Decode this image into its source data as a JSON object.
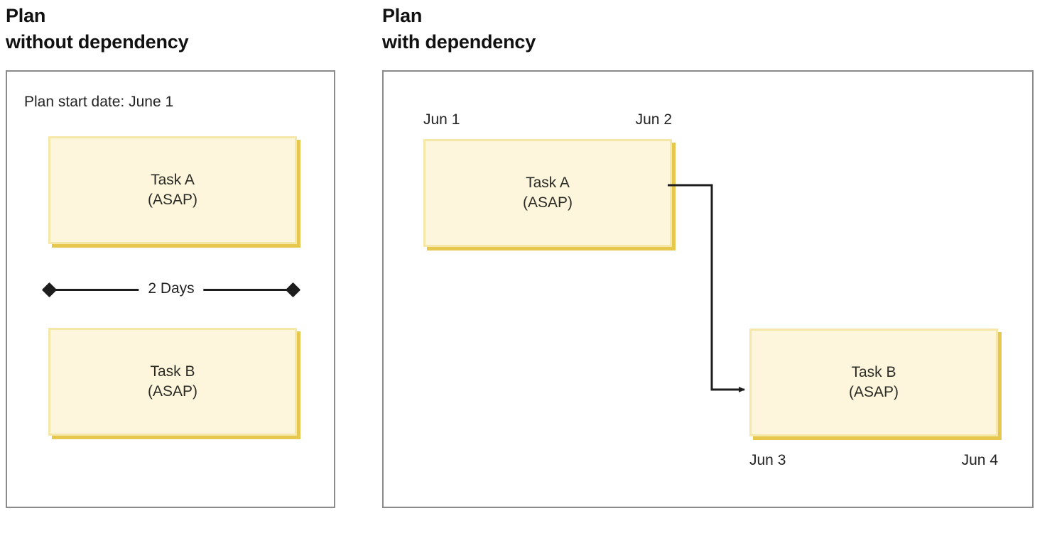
{
  "panels": [
    {
      "heading_line1": "Plan",
      "heading_line2": "without dependency",
      "note": "Plan start date: June 1",
      "tasks": [
        {
          "name": "Task A",
          "constraint": "(ASAP)"
        },
        {
          "name": "Task B",
          "constraint": "(ASAP)"
        }
      ],
      "measure": {
        "label": "2 Days"
      }
    },
    {
      "heading_line1": "Plan",
      "heading_line2": "with dependency",
      "tasks": [
        {
          "name": "Task A",
          "constraint": "(ASAP)",
          "start_label": "Jun 1",
          "end_label": "Jun 2"
        },
        {
          "name": "Task B",
          "constraint": "(ASAP)",
          "start_label": "Jun 3",
          "end_label": "Jun 4"
        }
      ],
      "connector": {
        "type": "finish-to-start-arrow"
      }
    }
  ],
  "colors": {
    "task_fill": "#FDF6DC",
    "task_border": "#F4E7A8",
    "task_shadow": "#E6C84E",
    "panel_border": "#8A8A8A",
    "text": "#232323",
    "connector": "#1D1D1D",
    "background": "#FFFFFF"
  }
}
